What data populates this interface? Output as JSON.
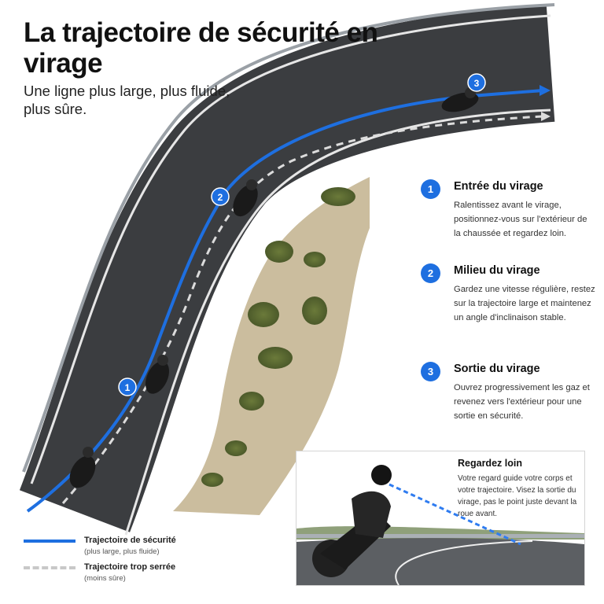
{
  "header": {
    "title": "La trajectoire de sécurité en virage",
    "subtitle": "Une ligne plus large, plus fluide, plus sûre."
  },
  "map_markers": [
    "1",
    "2",
    "3"
  ],
  "steps": [
    {
      "number": "1",
      "title": "Entrée du virage",
      "text": "Ralentissez avant le virage, positionnez-vous sur l'extérieur de la chaussée et regardez loin."
    },
    {
      "number": "2",
      "title": "Milieu du virage",
      "text": "Gardez une vitesse régulière, restez sur la trajectoire large et maintenez un angle d'inclinaison stable."
    },
    {
      "number": "3",
      "title": "Sortie du virage",
      "text": "Ouvrez progressivement les gaz et revenez vers l'extérieur pour une sortie en sécurité."
    }
  ],
  "tip": {
    "title": "Regardez loin",
    "text": "Votre regard guide votre corps et votre trajectoire. Visez la sortie du virage, pas le point juste devant la roue avant."
  },
  "legend": [
    {
      "label": "Trajectoire de sécurité",
      "sublabel": "(plus large, plus fluide)"
    },
    {
      "label": "Trajectoire trop serrée",
      "sublabel": "(moins sûre)"
    }
  ],
  "colors": {
    "safe_line": "#1e6fe0",
    "tight_line": "#c8c8c8",
    "badge": "#1e6fe0",
    "asphalt": "#3b3d40"
  }
}
